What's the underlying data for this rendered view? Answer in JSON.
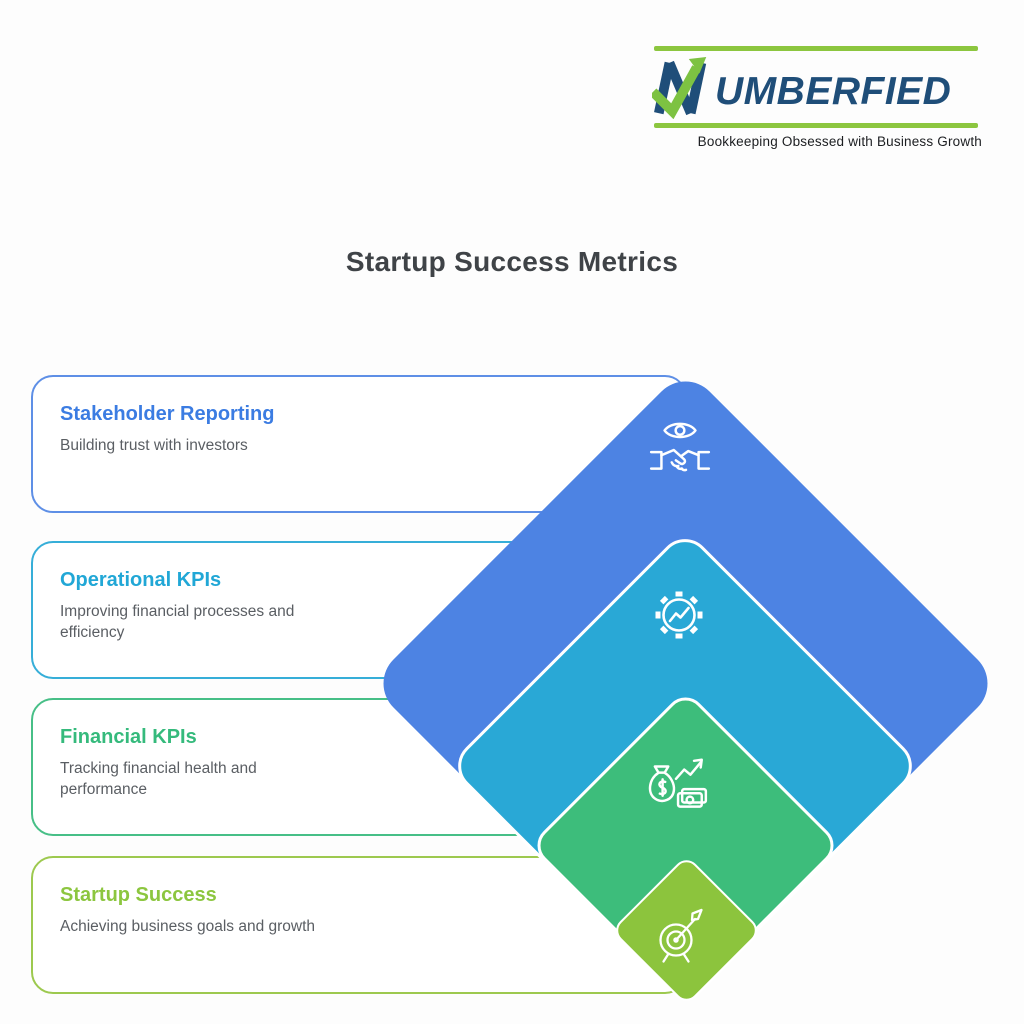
{
  "logo": {
    "initial": "N",
    "name_rest": "UMBERFIED",
    "full_name": "NUMBERFIED",
    "tagline": "Bookkeeping Obsessed with Business Growth",
    "navy": "#1f4e79",
    "green": "#7dc242",
    "bar_green": "#8cc63f"
  },
  "page": {
    "title": "Startup Success Metrics",
    "background": "#fdfdfd"
  },
  "levels": [
    {
      "title": "Stakeholder Reporting",
      "description": "Building trust with investors",
      "accent": "#3b7ce2",
      "border": "#5e8fe6",
      "diamond_color": "#4d83e3",
      "icon": "eye-handshake-icon"
    },
    {
      "title": "Operational KPIs",
      "description": "Improving financial processes and efficiency",
      "accent": "#21a7d6",
      "border": "#36aed8",
      "diamond_color": "#29a8d6",
      "icon": "gear-chart-icon"
    },
    {
      "title": "Financial KPIs",
      "description": "Tracking financial health and performance",
      "accent": "#35ba7c",
      "border": "#47bf87",
      "diamond_color": "#3dbd7b",
      "icon": "money-growth-icon"
    },
    {
      "title": "Startup Success",
      "description": "Achieving business goals and growth",
      "accent": "#8cc63f",
      "border": "#9dc94f",
      "diamond_color": "#8cc43d",
      "icon": "target-dart-icon"
    }
  ]
}
